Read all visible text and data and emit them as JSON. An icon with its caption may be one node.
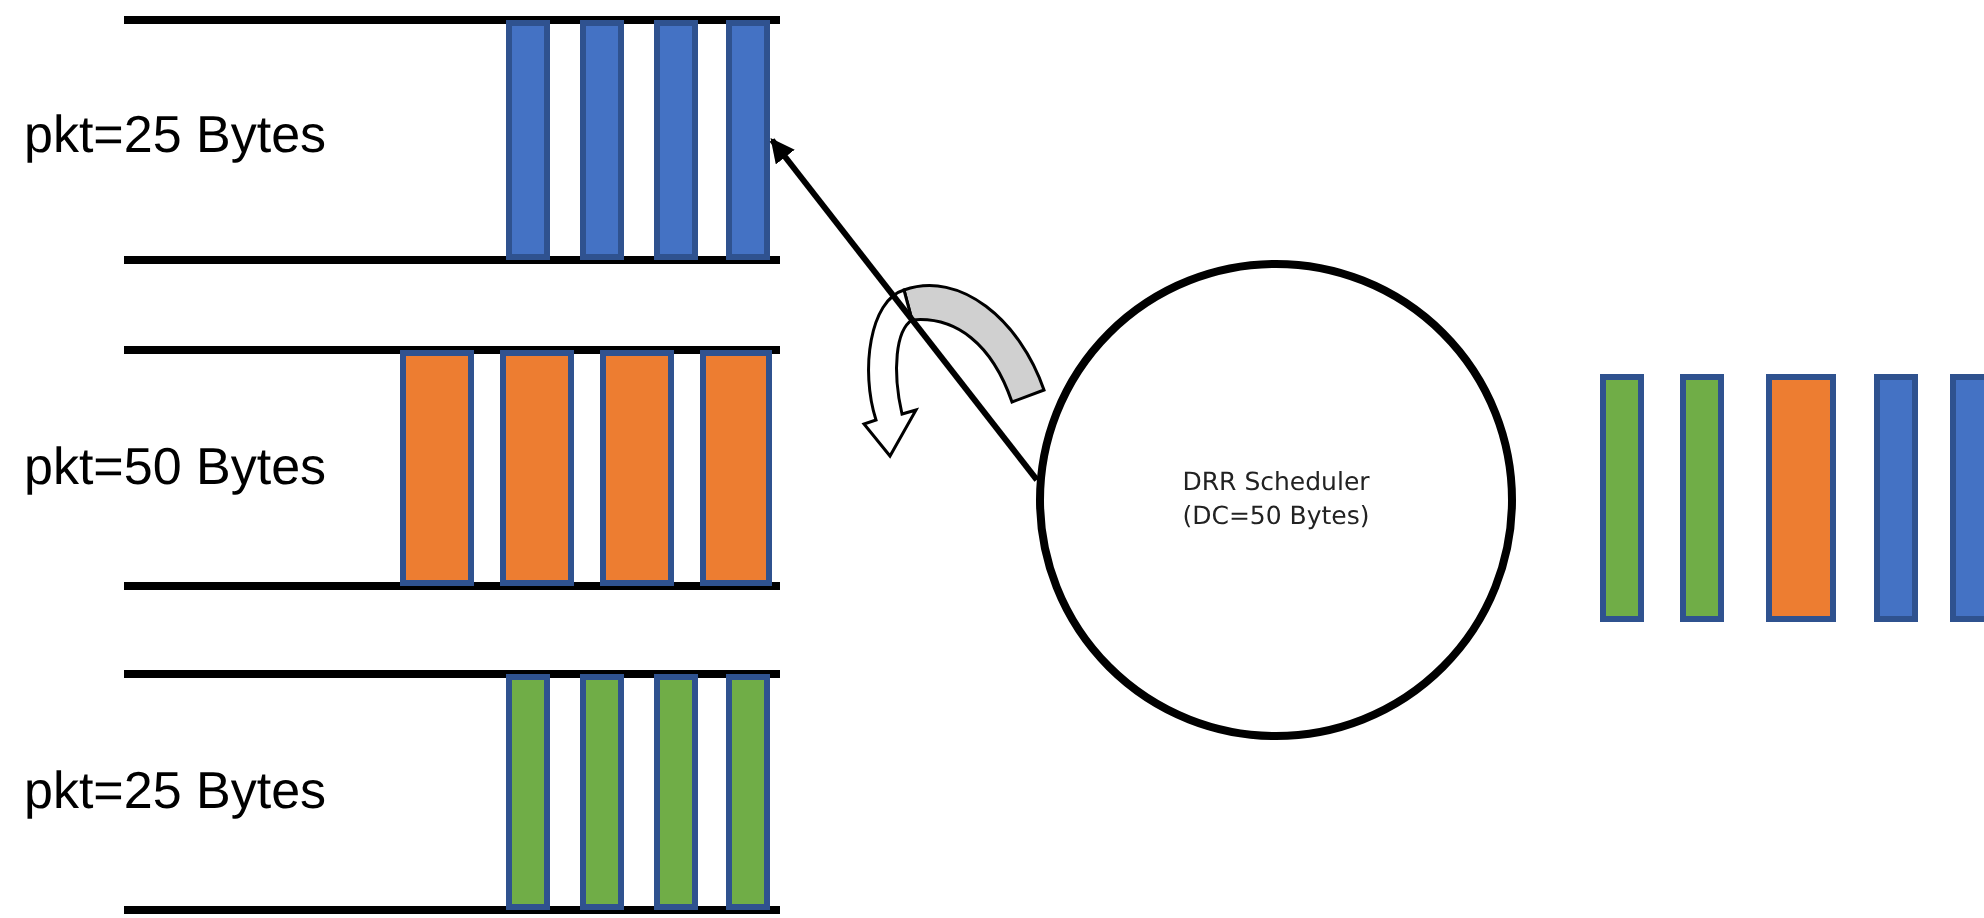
{
  "diagram": {
    "nodes": [
      {
        "text": [
          "DRR Scheduler (DC=50 Bytes)"
        ]
      },
      {
        "text": [],
        "shape": "bar"
      }
    ],
    "edges": [
      {
        "from": 0,
        "to": 1,
        "arrow": "to"
      }
    ],
    "labels": [
      "pkt=25 Bytes",
      "pkt=50 Bytes",
      "pkt=25 Bytes"
    ]
  }
}
